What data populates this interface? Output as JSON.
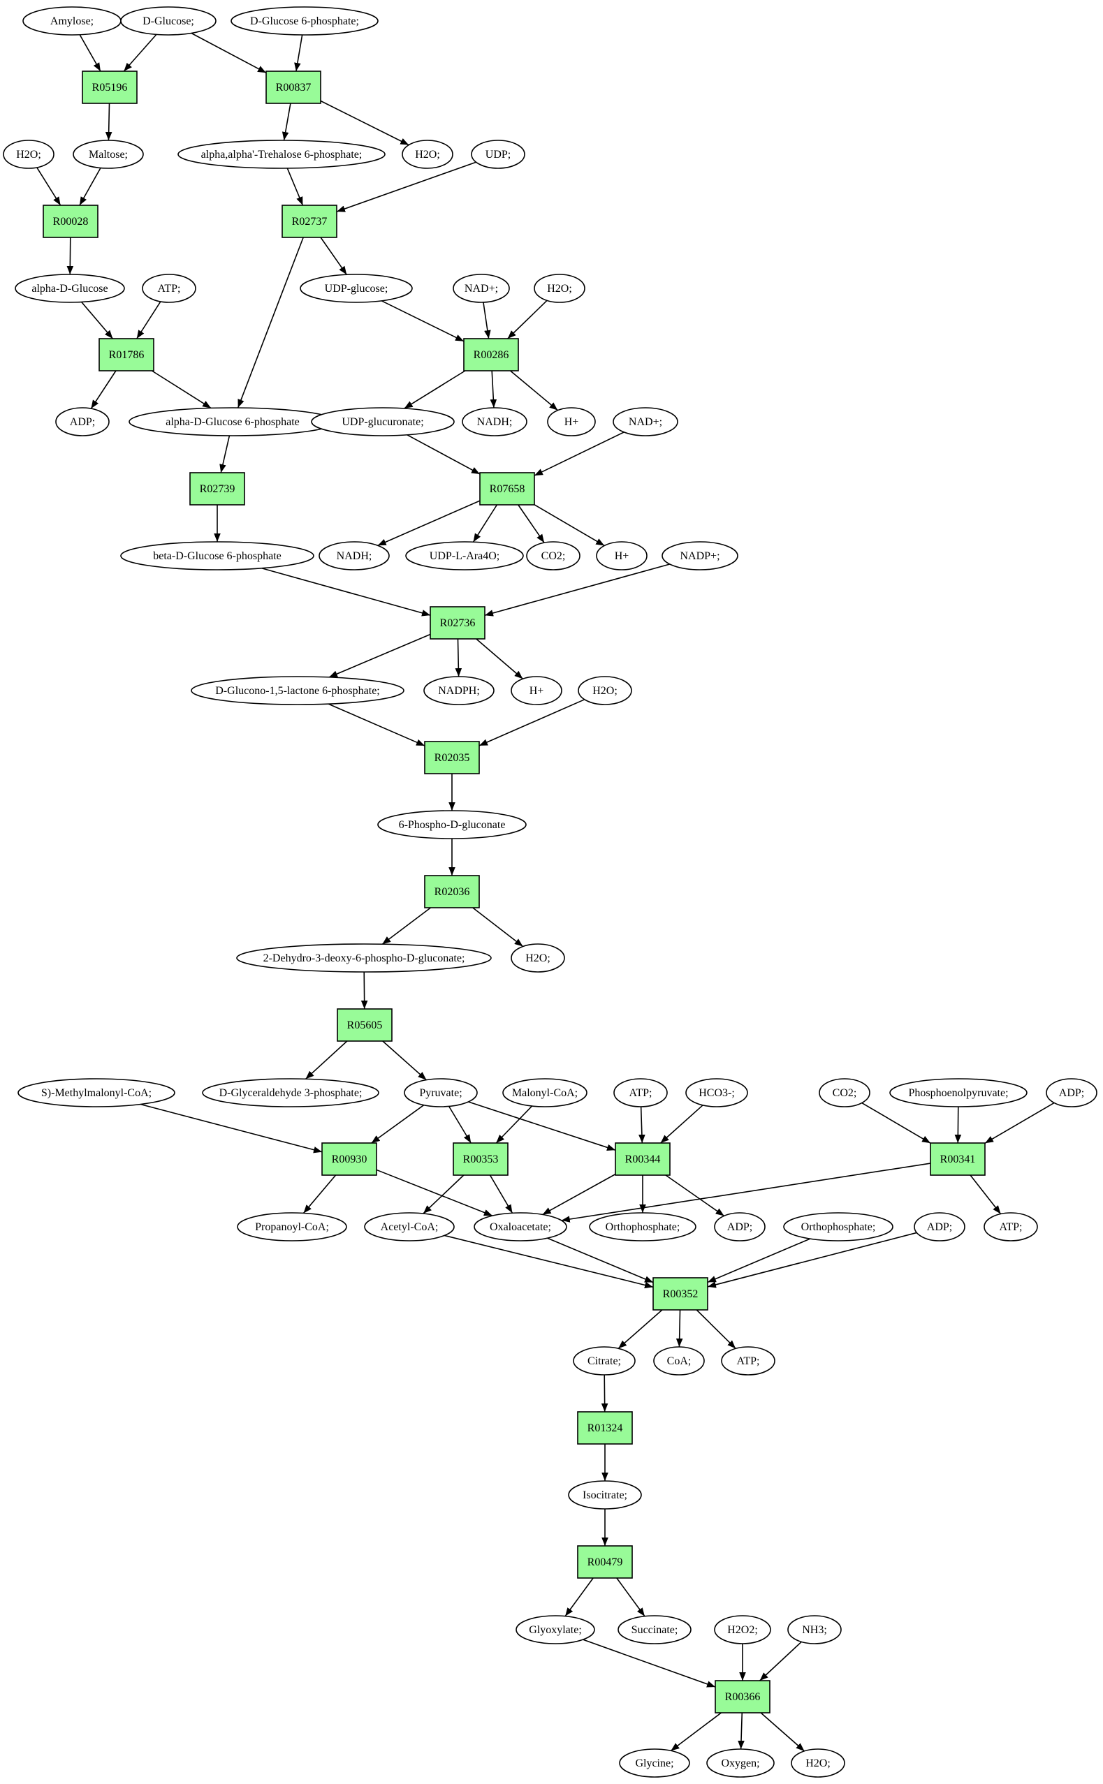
{
  "colors": {
    "reaction_fill": "#98fb98",
    "source_fill": "#00ee00",
    "target_fill": "#ffff00",
    "default_fill": "#ffffff",
    "stroke": "#000000"
  },
  "nodes": [
    {
      "id": "e_amylose",
      "type": "ellipse",
      "label": "Amylose;"
    },
    {
      "id": "e_dglucose",
      "type": "ellipse",
      "label": "D-Glucose;",
      "fill": "#00ee00"
    },
    {
      "id": "e_dg6p",
      "type": "ellipse",
      "label": "D-Glucose 6-phosphate;"
    },
    {
      "id": "r_R05196",
      "type": "reaction",
      "label": "R05196"
    },
    {
      "id": "r_R00837",
      "type": "reaction",
      "label": "R00837"
    },
    {
      "id": "e_h2o_1",
      "type": "ellipse",
      "label": "H2O;"
    },
    {
      "id": "e_maltose",
      "type": "ellipse",
      "label": "Maltose;"
    },
    {
      "id": "e_trehalose6p",
      "type": "ellipse",
      "label": "alpha,alpha'-Trehalose 6-phosphate;"
    },
    {
      "id": "e_h2o_2",
      "type": "ellipse",
      "label": "H2O;"
    },
    {
      "id": "e_udp",
      "type": "ellipse",
      "label": "UDP;"
    },
    {
      "id": "r_R00028",
      "type": "reaction",
      "label": "R00028"
    },
    {
      "id": "r_R02737",
      "type": "reaction",
      "label": "R02737"
    },
    {
      "id": "e_alphadglucose",
      "type": "ellipse",
      "label": "alpha-D-Glucose"
    },
    {
      "id": "e_atp_1",
      "type": "ellipse",
      "label": "ATP;"
    },
    {
      "id": "e_udpglucose",
      "type": "ellipse",
      "label": "UDP-glucose;"
    },
    {
      "id": "e_nad_1",
      "type": "ellipse",
      "label": "NAD+;"
    },
    {
      "id": "e_h2o_3",
      "type": "ellipse",
      "label": "H2O;"
    },
    {
      "id": "r_R01786",
      "type": "reaction",
      "label": "R01786"
    },
    {
      "id": "r_R00286",
      "type": "reaction",
      "label": "R00286"
    },
    {
      "id": "e_adp_1",
      "type": "ellipse",
      "label": "ADP;"
    },
    {
      "id": "e_alphadg6p",
      "type": "ellipse",
      "label": "alpha-D-Glucose 6-phosphate"
    },
    {
      "id": "e_udpglucuronate",
      "type": "ellipse",
      "label": "UDP-glucuronate;"
    },
    {
      "id": "e_nadh_1",
      "type": "ellipse",
      "label": "NADH;"
    },
    {
      "id": "e_hplus_1",
      "type": "ellipse",
      "label": "H+"
    },
    {
      "id": "e_nad_2",
      "type": "ellipse",
      "label": "NAD+;"
    },
    {
      "id": "r_R02739",
      "type": "reaction",
      "label": "R02739"
    },
    {
      "id": "r_R07658",
      "type": "reaction",
      "label": "R07658"
    },
    {
      "id": "e_betadg6p",
      "type": "ellipse",
      "label": "beta-D-Glucose 6-phosphate"
    },
    {
      "id": "e_nadh_2",
      "type": "ellipse",
      "label": "NADH;"
    },
    {
      "id": "e_udplara4o",
      "type": "ellipse",
      "label": "UDP-L-Ara4O;"
    },
    {
      "id": "e_co2_1",
      "type": "ellipse",
      "label": "CO2;"
    },
    {
      "id": "e_hplus_2",
      "type": "ellipse",
      "label": "H+"
    },
    {
      "id": "e_nadp",
      "type": "ellipse",
      "label": "NADP+;"
    },
    {
      "id": "r_R02736",
      "type": "reaction",
      "label": "R02736"
    },
    {
      "id": "e_dglucono",
      "type": "ellipse",
      "label": "D-Glucono-1,5-lactone 6-phosphate;"
    },
    {
      "id": "e_nadph",
      "type": "ellipse",
      "label": "NADPH;"
    },
    {
      "id": "e_hplus_3",
      "type": "ellipse",
      "label": "H+"
    },
    {
      "id": "e_h2o_4",
      "type": "ellipse",
      "label": "H2O;"
    },
    {
      "id": "r_R02035",
      "type": "reaction",
      "label": "R02035"
    },
    {
      "id": "e_6phospho",
      "type": "ellipse",
      "label": "6-Phospho-D-gluconate"
    },
    {
      "id": "r_R02036",
      "type": "reaction",
      "label": "R02036"
    },
    {
      "id": "e_2dehydro",
      "type": "ellipse",
      "label": "2-Dehydro-3-deoxy-6-phospho-D-gluconate;"
    },
    {
      "id": "e_h2o_5",
      "type": "ellipse",
      "label": "H2O;"
    },
    {
      "id": "r_R05605",
      "type": "reaction",
      "label": "R05605"
    },
    {
      "id": "e_smethylmalonyl",
      "type": "ellipse",
      "label": "S)-Methylmalonyl-CoA;"
    },
    {
      "id": "e_dglyceraldehyde",
      "type": "ellipse",
      "label": "D-Glyceraldehyde 3-phosphate;"
    },
    {
      "id": "e_pyruvate",
      "type": "ellipse",
      "label": "Pyruvate;"
    },
    {
      "id": "e_malonylcoa",
      "type": "ellipse",
      "label": "Malonyl-CoA;"
    },
    {
      "id": "e_atp_2",
      "type": "ellipse",
      "label": "ATP;"
    },
    {
      "id": "e_hco3",
      "type": "ellipse",
      "label": "HCO3-;"
    },
    {
      "id": "e_co2_2",
      "type": "ellipse",
      "label": "CO2;"
    },
    {
      "id": "e_pep",
      "type": "ellipse",
      "label": "Phosphoenolpyruvate;"
    },
    {
      "id": "e_adp_2",
      "type": "ellipse",
      "label": "ADP;"
    },
    {
      "id": "r_R00930",
      "type": "reaction",
      "label": "R00930"
    },
    {
      "id": "r_R00353",
      "type": "reaction",
      "label": "R00353"
    },
    {
      "id": "r_R00344",
      "type": "reaction",
      "label": "R00344"
    },
    {
      "id": "r_R00341",
      "type": "reaction",
      "label": "R00341"
    },
    {
      "id": "e_propanoylcoa",
      "type": "ellipse",
      "label": "Propanoyl-CoA;"
    },
    {
      "id": "e_acetylcoa",
      "type": "ellipse",
      "label": "Acetyl-CoA;"
    },
    {
      "id": "e_oxaloacetate",
      "type": "ellipse",
      "label": "Oxaloacetate;"
    },
    {
      "id": "e_ortho_1",
      "type": "ellipse",
      "label": "Orthophosphate;"
    },
    {
      "id": "e_adp_3",
      "type": "ellipse",
      "label": "ADP;"
    },
    {
      "id": "e_ortho_2",
      "type": "ellipse",
      "label": "Orthophosphate;"
    },
    {
      "id": "e_adp_4",
      "type": "ellipse",
      "label": "ADP;"
    },
    {
      "id": "e_atp_3",
      "type": "ellipse",
      "label": "ATP;"
    },
    {
      "id": "r_R00352",
      "type": "reaction",
      "label": "R00352"
    },
    {
      "id": "e_citrate",
      "type": "ellipse",
      "label": "Citrate;"
    },
    {
      "id": "e_coa",
      "type": "ellipse",
      "label": "CoA;"
    },
    {
      "id": "e_atp_4",
      "type": "ellipse",
      "label": "ATP;"
    },
    {
      "id": "r_R01324",
      "type": "reaction",
      "label": "R01324"
    },
    {
      "id": "e_isocitrate",
      "type": "ellipse",
      "label": "Isocitrate;"
    },
    {
      "id": "r_R00479",
      "type": "reaction",
      "label": "R00479"
    },
    {
      "id": "e_glyoxylate",
      "type": "ellipse",
      "label": "Glyoxylate;"
    },
    {
      "id": "e_succinate",
      "type": "ellipse",
      "label": "Succinate;"
    },
    {
      "id": "e_h2o2",
      "type": "ellipse",
      "label": "H2O2;"
    },
    {
      "id": "e_nh3",
      "type": "ellipse",
      "label": "NH3;"
    },
    {
      "id": "r_R00366",
      "type": "reaction",
      "label": "R00366"
    },
    {
      "id": "e_glycine",
      "type": "ellipse",
      "label": "Glycine;",
      "fill": "#ffff00"
    },
    {
      "id": "e_oxygen",
      "type": "ellipse",
      "label": "Oxygen;"
    },
    {
      "id": "e_h2o_6",
      "type": "ellipse",
      "label": "H2O;"
    }
  ],
  "edges": [
    [
      "e_amylose",
      "r_R05196"
    ],
    [
      "e_dglucose",
      "r_R05196"
    ],
    [
      "r_R05196",
      "e_maltose"
    ],
    [
      "e_dglucose",
      "r_R00837"
    ],
    [
      "e_dg6p",
      "r_R00837"
    ],
    [
      "r_R00837",
      "e_trehalose6p"
    ],
    [
      "r_R00837",
      "e_h2o_2"
    ],
    [
      "e_h2o_1",
      "r_R00028"
    ],
    [
      "e_maltose",
      "r_R00028"
    ],
    [
      "r_R00028",
      "e_alphadglucose"
    ],
    [
      "e_trehalose6p",
      "r_R02737"
    ],
    [
      "e_udp",
      "r_R02737"
    ],
    [
      "r_R02737",
      "e_udpglucose"
    ],
    [
      "r_R02737",
      "e_alphadg6p"
    ],
    [
      "e_alphadglucose",
      "r_R01786"
    ],
    [
      "e_atp_1",
      "r_R01786"
    ],
    [
      "r_R01786",
      "e_adp_1"
    ],
    [
      "r_R01786",
      "e_alphadg6p"
    ],
    [
      "e_udpglucose",
      "r_R00286"
    ],
    [
      "e_nad_1",
      "r_R00286"
    ],
    [
      "e_h2o_3",
      "r_R00286"
    ],
    [
      "r_R00286",
      "e_udpglucuronate"
    ],
    [
      "r_R00286",
      "e_nadh_1"
    ],
    [
      "r_R00286",
      "e_hplus_1"
    ],
    [
      "e_alphadg6p",
      "r_R02739"
    ],
    [
      "r_R02739",
      "e_betadg6p"
    ],
    [
      "e_udpglucuronate",
      "r_R07658"
    ],
    [
      "e_nad_2",
      "r_R07658"
    ],
    [
      "r_R07658",
      "e_nadh_2"
    ],
    [
      "r_R07658",
      "e_udplara4o"
    ],
    [
      "r_R07658",
      "e_co2_1"
    ],
    [
      "r_R07658",
      "e_hplus_2"
    ],
    [
      "e_betadg6p",
      "r_R02736"
    ],
    [
      "e_nadp",
      "r_R02736"
    ],
    [
      "r_R02736",
      "e_dglucono"
    ],
    [
      "r_R02736",
      "e_nadph"
    ],
    [
      "r_R02736",
      "e_hplus_3"
    ],
    [
      "e_dglucono",
      "r_R02035"
    ],
    [
      "e_h2o_4",
      "r_R02035"
    ],
    [
      "r_R02035",
      "e_6phospho"
    ],
    [
      "e_6phospho",
      "r_R02036"
    ],
    [
      "r_R02036",
      "e_2dehydro"
    ],
    [
      "r_R02036",
      "e_h2o_5"
    ],
    [
      "e_2dehydro",
      "r_R05605"
    ],
    [
      "r_R05605",
      "e_dglyceraldehyde"
    ],
    [
      "r_R05605",
      "e_pyruvate"
    ],
    [
      "e_smethylmalonyl",
      "r_R00930"
    ],
    [
      "e_pyruvate",
      "r_R00930"
    ],
    [
      "r_R00930",
      "e_propanoylcoa"
    ],
    [
      "r_R00930",
      "e_oxaloacetate"
    ],
    [
      "e_pyruvate",
      "r_R00353"
    ],
    [
      "e_malonylcoa",
      "r_R00353"
    ],
    [
      "r_R00353",
      "e_acetylcoa"
    ],
    [
      "r_R00353",
      "e_oxaloacetate"
    ],
    [
      "e_pyruvate",
      "r_R00344"
    ],
    [
      "e_atp_2",
      "r_R00344"
    ],
    [
      "e_hco3",
      "r_R00344"
    ],
    [
      "r_R00344",
      "e_oxaloacetate"
    ],
    [
      "r_R00344",
      "e_ortho_1"
    ],
    [
      "r_R00344",
      "e_adp_3"
    ],
    [
      "e_co2_2",
      "r_R00341"
    ],
    [
      "e_pep",
      "r_R00341"
    ],
    [
      "e_adp_2",
      "r_R00341"
    ],
    [
      "r_R00341",
      "e_oxaloacetate"
    ],
    [
      "r_R00341",
      "e_atp_3"
    ],
    [
      "e_acetylcoa",
      "r_R00352"
    ],
    [
      "e_oxaloacetate",
      "r_R00352"
    ],
    [
      "e_ortho_2",
      "r_R00352"
    ],
    [
      "e_adp_4",
      "r_R00352"
    ],
    [
      "r_R00352",
      "e_citrate"
    ],
    [
      "r_R00352",
      "e_coa"
    ],
    [
      "r_R00352",
      "e_atp_4"
    ],
    [
      "e_citrate",
      "r_R01324"
    ],
    [
      "r_R01324",
      "e_isocitrate"
    ],
    [
      "e_isocitrate",
      "r_R00479"
    ],
    [
      "r_R00479",
      "e_glyoxylate"
    ],
    [
      "r_R00479",
      "e_succinate"
    ],
    [
      "e_glyoxylate",
      "r_R00366"
    ],
    [
      "e_h2o2",
      "r_R00366"
    ],
    [
      "e_nh3",
      "r_R00366"
    ],
    [
      "r_R00366",
      "e_glycine"
    ],
    [
      "r_R00366",
      "e_oxygen"
    ],
    [
      "r_R00366",
      "e_h2o_6"
    ]
  ]
}
